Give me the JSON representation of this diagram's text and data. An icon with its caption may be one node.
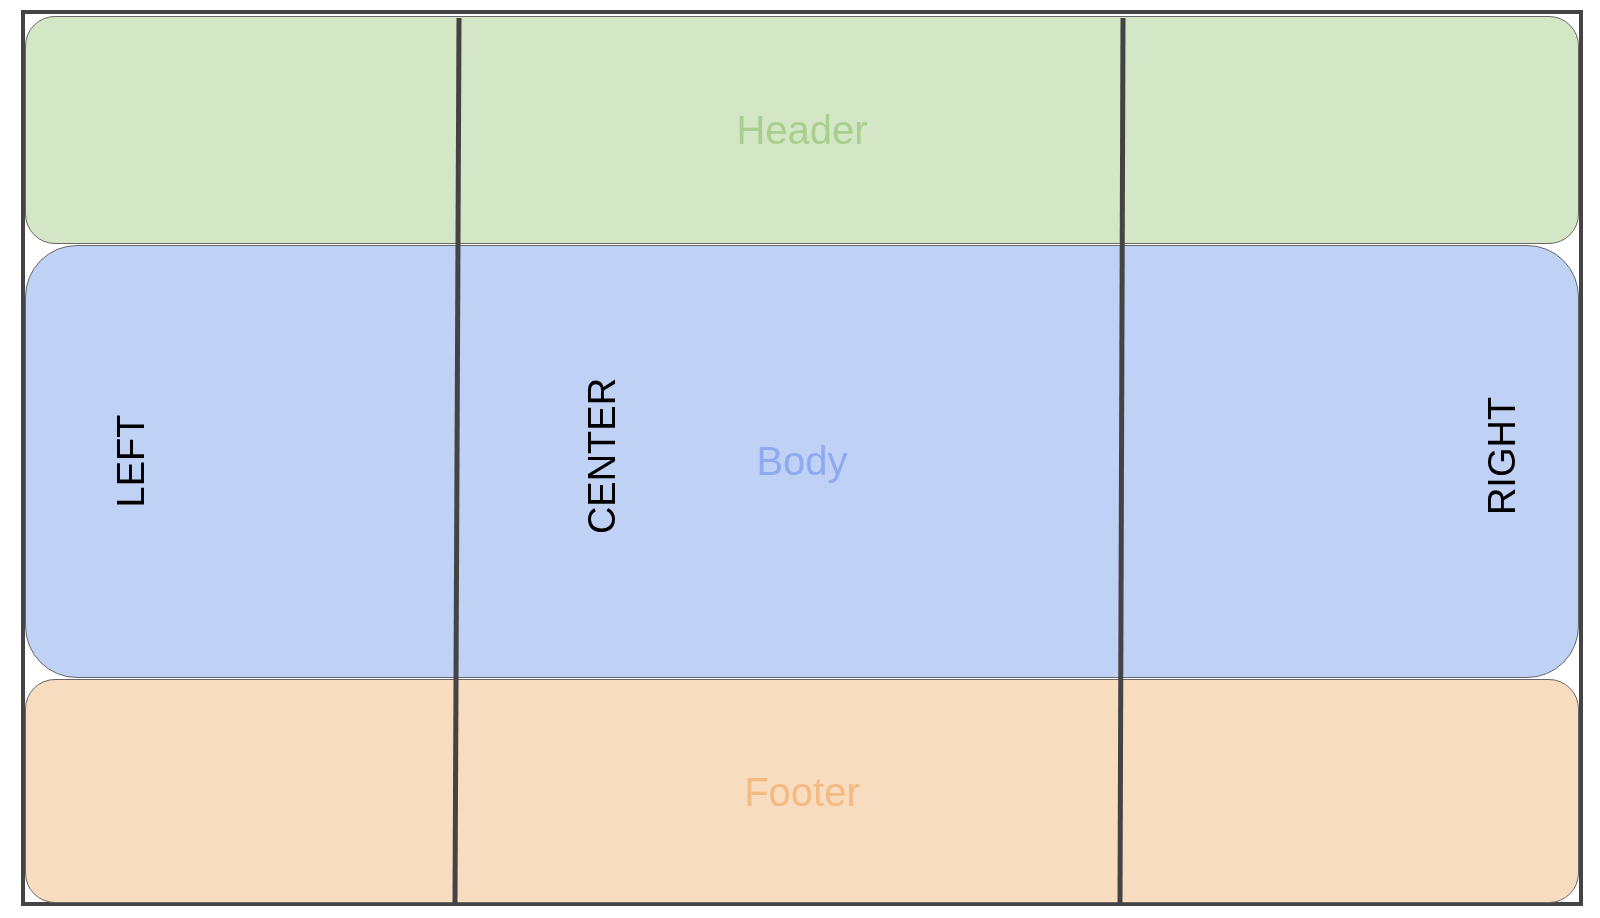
{
  "diagram": {
    "nodes": [
      {
        "text": [
          "Header"
        ]
      },
      {
        "text": [
          "Body"
        ]
      },
      {
        "text": [
          "Footer"
        ]
      }
    ],
    "labels": [
      "LEFT",
      "CENTER",
      "RIGHT"
    ]
  }
}
